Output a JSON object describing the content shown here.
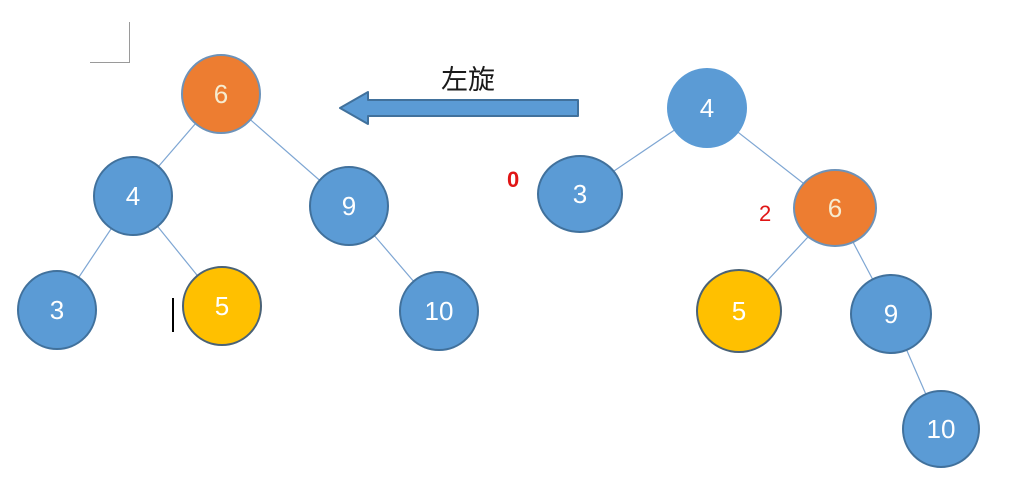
{
  "rotation": {
    "label": "左旋",
    "direction": "left"
  },
  "colors": {
    "node_blue": "#5b9bd5",
    "node_blue_border": "#41719c",
    "node_orange": "#ed7d31",
    "node_orange_border": "#6d92b8",
    "node_yellow": "#ffc000",
    "node_yellow_border": "#4a6276",
    "edge": "#7ea6d3",
    "arrow_fill": "#5b9bd5",
    "arrow_border": "#41719c",
    "annotation_red": "#e01515"
  },
  "left_tree": {
    "description": "result tree after left rotation",
    "nodes": [
      {
        "value": "6",
        "color": "orange"
      },
      {
        "value": "4",
        "color": "blue"
      },
      {
        "value": "9",
        "color": "blue"
      },
      {
        "value": "3",
        "color": "blue"
      },
      {
        "value": "5",
        "color": "yellow"
      },
      {
        "value": "10",
        "color": "blue"
      }
    ],
    "edges": [
      [
        "6",
        "4"
      ],
      [
        "6",
        "9"
      ],
      [
        "4",
        "3"
      ],
      [
        "4",
        "5"
      ],
      [
        "9",
        "10"
      ]
    ]
  },
  "right_tree": {
    "description": "original tree before left rotation",
    "nodes": [
      {
        "value": "4",
        "color": "blue"
      },
      {
        "value": "3",
        "color": "blue"
      },
      {
        "value": "6",
        "color": "orange"
      },
      {
        "value": "5",
        "color": "yellow"
      },
      {
        "value": "9",
        "color": "blue"
      },
      {
        "value": "10",
        "color": "blue"
      }
    ],
    "edges": [
      [
        "4",
        "3"
      ],
      [
        "4",
        "6"
      ],
      [
        "6",
        "5"
      ],
      [
        "6",
        "9"
      ],
      [
        "9",
        "10"
      ]
    ],
    "annotations": [
      {
        "text": "0",
        "target_node": "3"
      },
      {
        "text": "2",
        "target_node": "6"
      }
    ]
  }
}
